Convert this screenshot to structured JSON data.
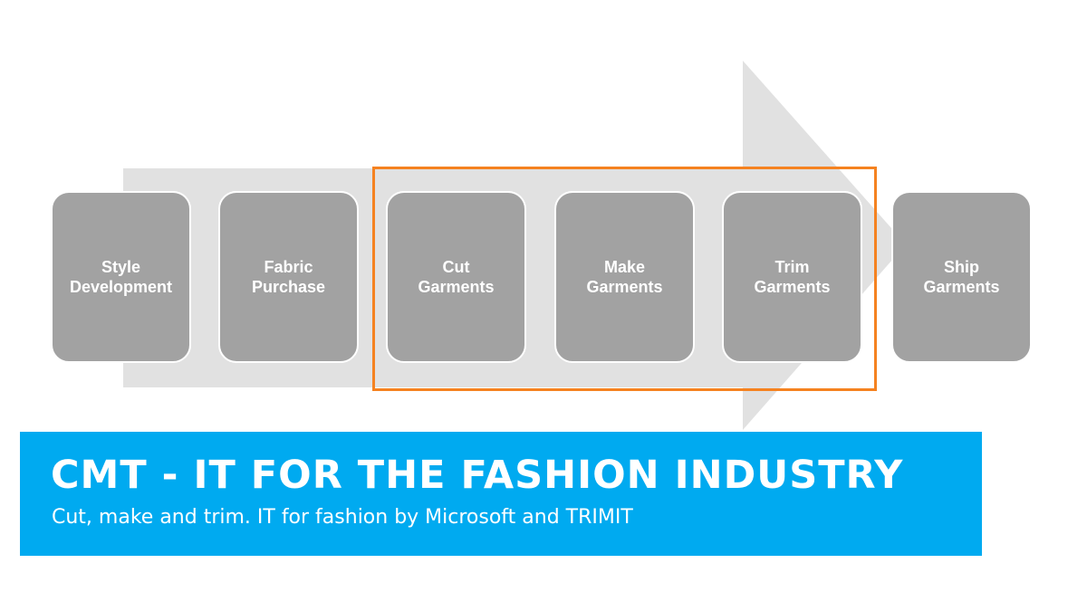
{
  "process": {
    "steps": [
      {
        "label": "Style\nDevelopment"
      },
      {
        "label": "Fabric\nPurchase"
      },
      {
        "label": "Cut\nGarments"
      },
      {
        "label": "Make\nGarments"
      },
      {
        "label": "Trim\nGarments"
      },
      {
        "label": "Ship\nGarments"
      }
    ],
    "highlighted_steps": [
      "Cut\nGarments",
      "Make\nGarments",
      "Trim\nGarments"
    ]
  },
  "banner": {
    "title": "CMT - IT FOR THE FASHION INDUSTRY",
    "subtitle": "Cut, make and trim. IT for fashion by Microsoft and TRIMIT"
  },
  "colors": {
    "arrow": "#e1e1e1",
    "step_box": "#a2a2a2",
    "highlight_frame": "#f58220",
    "banner": "#00aaf0",
    "text": "#ffffff"
  }
}
